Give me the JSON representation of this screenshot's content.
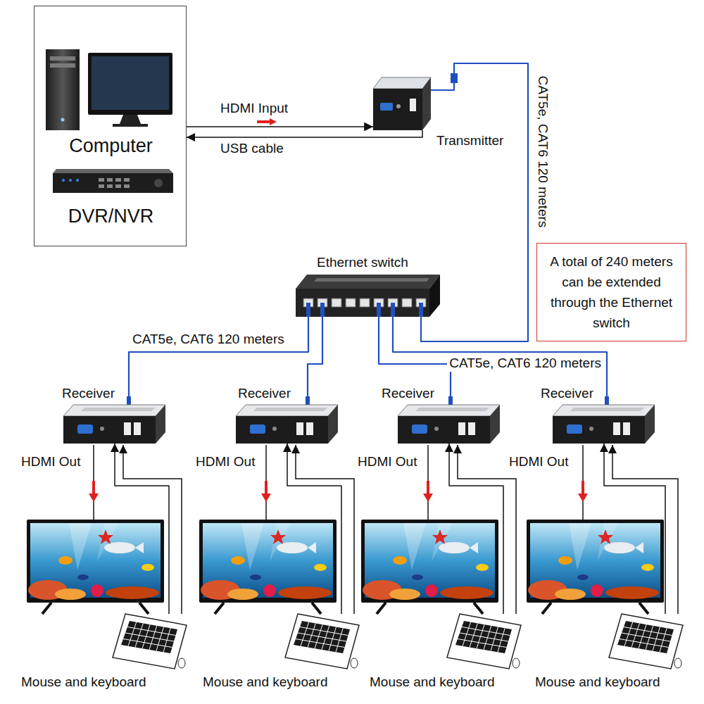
{
  "diagram": {
    "nodes": [
      {
        "text": [
          "Computer",
          "DVR/NVR"
        ]
      },
      {
        "text": [
          "Transmitter"
        ]
      },
      {
        "text": [
          "A total of 240 meters can be extended through the Ethernet switch"
        ]
      },
      {
        "text": [
          "Ethernet switch"
        ]
      },
      {
        "text": [
          "Receiver",
          "HDMI Out"
        ]
      },
      {
        "text": [
          "Receiver",
          "HDMI Out"
        ]
      },
      {
        "text": [
          "Receiver",
          "HDMI Out"
        ]
      },
      {
        "text": [
          "Receiver",
          "HDMI Out"
        ]
      },
      {
        "text": [
          "Mouse and keyboard"
        ]
      },
      {
        "text": [
          "Mouse and keyboard"
        ]
      },
      {
        "text": [
          "Mouse and keyboard"
        ]
      },
      {
        "text": [
          "Mouse and keyboard"
        ]
      }
    ],
    "edges": [
      {
        "from": 0,
        "to": 1,
        "arrow": "to",
        "label": "HDMI Input"
      },
      {
        "from": 1,
        "to": 0,
        "arrow": "to",
        "label": "USB cable"
      },
      {
        "from": 1,
        "to": 3,
        "arrow": "none",
        "label": "CAT5e, CAT6 120 meters"
      },
      {
        "from": 3,
        "to": 4,
        "arrow": "none",
        "label": "CAT5e, CAT6 120 meters"
      },
      {
        "from": 3,
        "to": 5,
        "arrow": "none"
      },
      {
        "from": 3,
        "to": 6,
        "arrow": "none"
      },
      {
        "from": 3,
        "to": 7,
        "arrow": "none",
        "label": "CAT5e, CAT6 120 meters"
      },
      {
        "from": 8,
        "to": 4,
        "arrow": "to"
      },
      {
        "from": 9,
        "to": 5,
        "arrow": "to"
      },
      {
        "from": 10,
        "to": 6,
        "arrow": "to"
      },
      {
        "from": 11,
        "to": 7,
        "arrow": "to"
      }
    ]
  }
}
